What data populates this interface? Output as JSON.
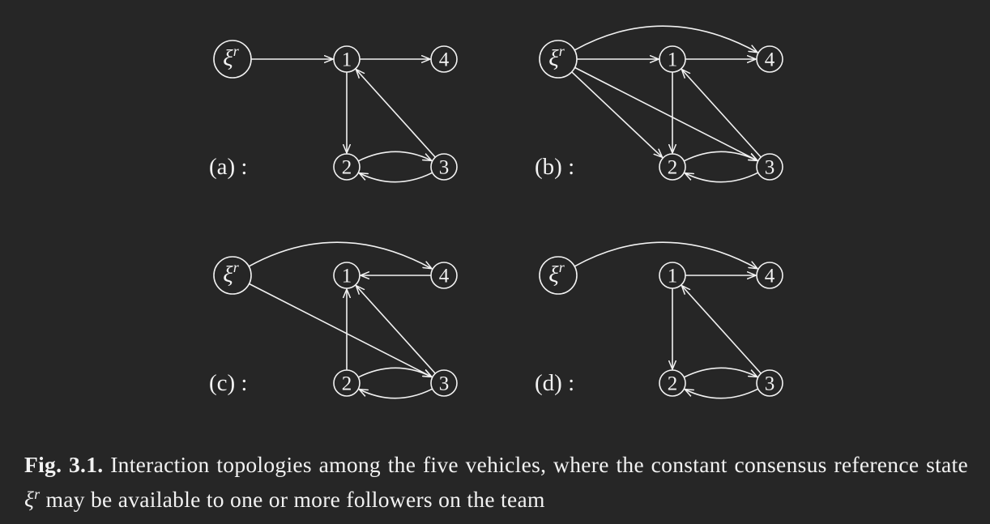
{
  "diagram": {
    "reference_symbol": "ξ",
    "reference_superscript": "r",
    "node_labels": [
      "1",
      "2",
      "3",
      "4"
    ],
    "panels": [
      {
        "id": "a",
        "label": "(a) :",
        "edges": [
          [
            "r",
            "1",
            "straight"
          ],
          [
            "1",
            "4",
            "straight"
          ],
          [
            "1",
            "2",
            "straight"
          ],
          [
            "3",
            "1",
            "straight"
          ],
          [
            "2",
            "3",
            "curve-up"
          ],
          [
            "3",
            "2",
            "curve-down"
          ]
        ]
      },
      {
        "id": "b",
        "label": "(b) :",
        "edges": [
          [
            "r",
            "1",
            "straight"
          ],
          [
            "1",
            "4",
            "straight"
          ],
          [
            "r",
            "4",
            "arc-over"
          ],
          [
            "1",
            "2",
            "straight"
          ],
          [
            "r",
            "2",
            "straight"
          ],
          [
            "r",
            "3",
            "straight"
          ],
          [
            "3",
            "1",
            "straight"
          ],
          [
            "2",
            "3",
            "curve-up"
          ],
          [
            "3",
            "2",
            "curve-down"
          ]
        ]
      },
      {
        "id": "c",
        "label": "(c) :",
        "edges": [
          [
            "r",
            "4",
            "arc-over"
          ],
          [
            "4",
            "1",
            "straight"
          ],
          [
            "r",
            "3",
            "straight"
          ],
          [
            "2",
            "1",
            "straight"
          ],
          [
            "3",
            "1",
            "straight"
          ],
          [
            "2",
            "3",
            "curve-up"
          ],
          [
            "3",
            "2",
            "curve-down"
          ]
        ]
      },
      {
        "id": "d",
        "label": "(d) :",
        "edges": [
          [
            "r",
            "4",
            "arc-over"
          ],
          [
            "1",
            "4",
            "straight"
          ],
          [
            "1",
            "2",
            "straight"
          ],
          [
            "3",
            "1",
            "straight"
          ],
          [
            "2",
            "3",
            "curve-up"
          ],
          [
            "3",
            "2",
            "curve-down"
          ]
        ]
      }
    ]
  },
  "caption": {
    "label": "Fig. 3.1.",
    "text_before_symbol": "Interaction topologies among the five vehicles, where the constant consensus reference state",
    "symbol": "ξ",
    "symbol_superscript": "r",
    "text_after_symbol": "may be available to one or more followers on the team"
  }
}
